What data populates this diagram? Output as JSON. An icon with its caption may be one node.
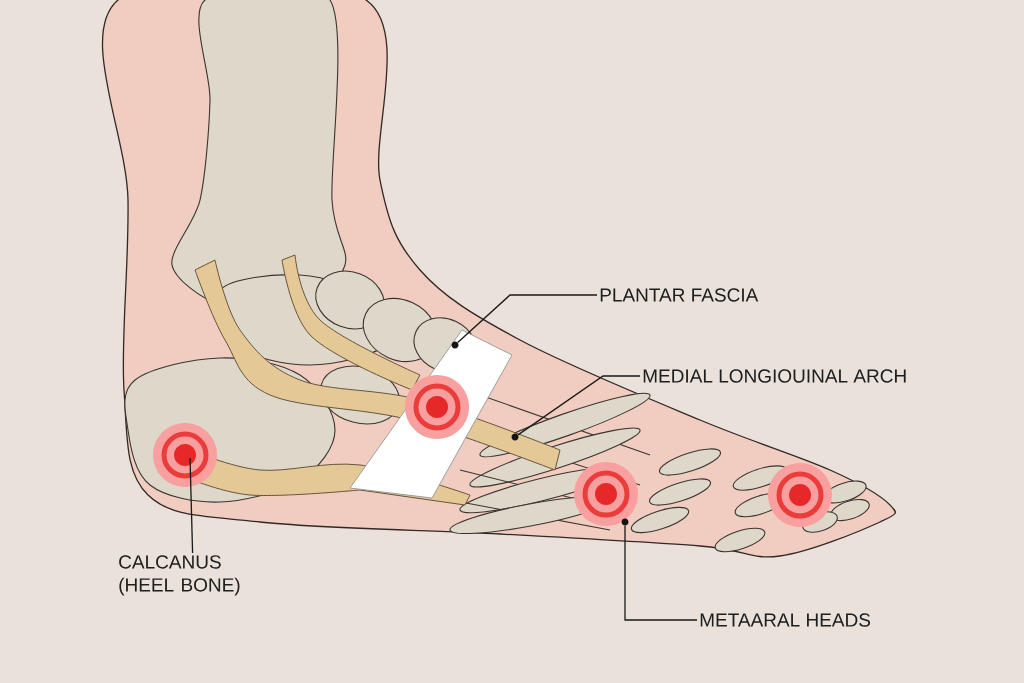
{
  "diagram": {
    "nodes": [
      {
        "text": [
          "PLANTAR FASCIA"
        ]
      },
      {
        "text": [],
        "shape": "circle"
      },
      {
        "text": [
          "MEDIAL LONGIOUINAL ARCH"
        ]
      },
      {
        "text": [],
        "shape": "circle"
      },
      {
        "text": [
          "CALCANUS (HEEL BONE)"
        ]
      },
      {
        "text": [
          "METAARAL HEADS"
        ]
      },
      {
        "text": [],
        "shape": "circle"
      }
    ],
    "edges": [
      {
        "from": 0,
        "to": 1,
        "arrow": "none"
      },
      {
        "from": 2,
        "to": 3,
        "arrow": "none"
      },
      {
        "from": 4,
        "to": null,
        "arrow": "none"
      },
      {
        "from": 5,
        "to": 6,
        "arrow": "none"
      }
    ]
  }
}
